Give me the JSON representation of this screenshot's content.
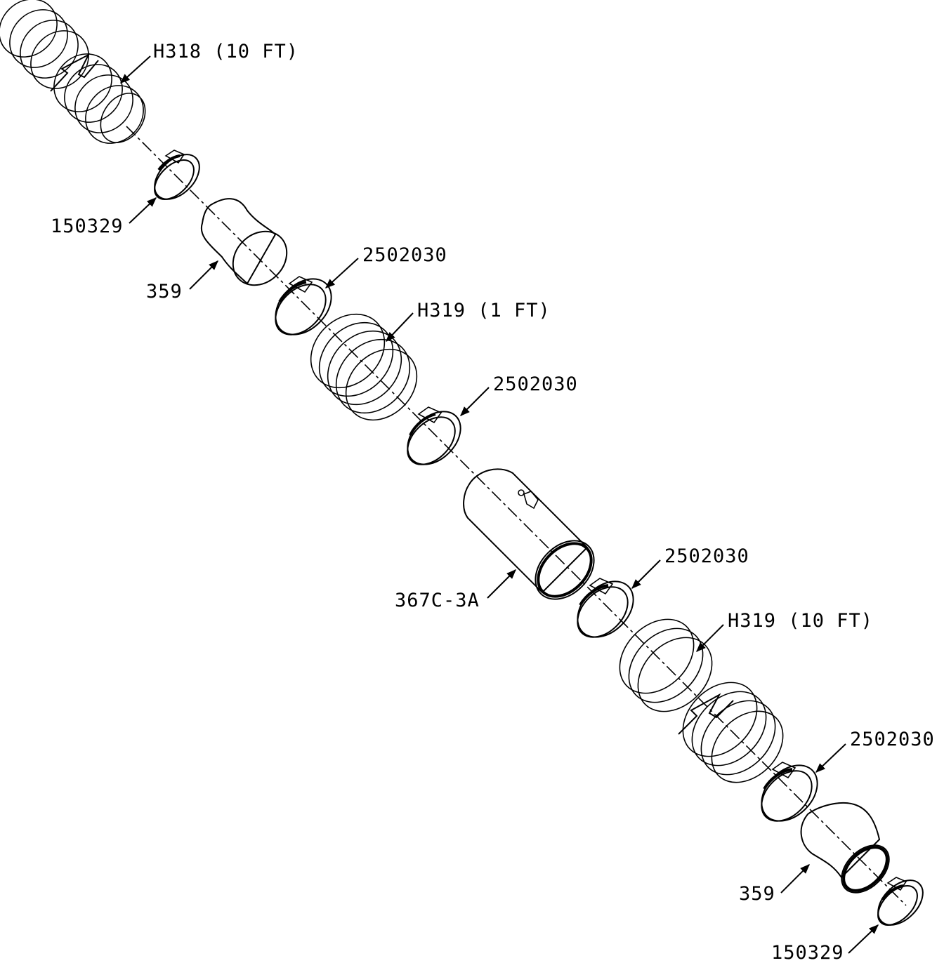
{
  "labels": {
    "hose_top": "H318 (10 FT)",
    "clamp_top": "150329",
    "adapter_top": "359",
    "clamp_a": "2502030",
    "hose_short": "H319 (1 FT)",
    "clamp_b": "2502030",
    "tube": "367C-3A",
    "clamp_c": "2502030",
    "hose_bottom": "H319 (10 FT)",
    "clamp_d": "2502030",
    "adapter_bottom": "359",
    "clamp_bottom": "150329"
  }
}
